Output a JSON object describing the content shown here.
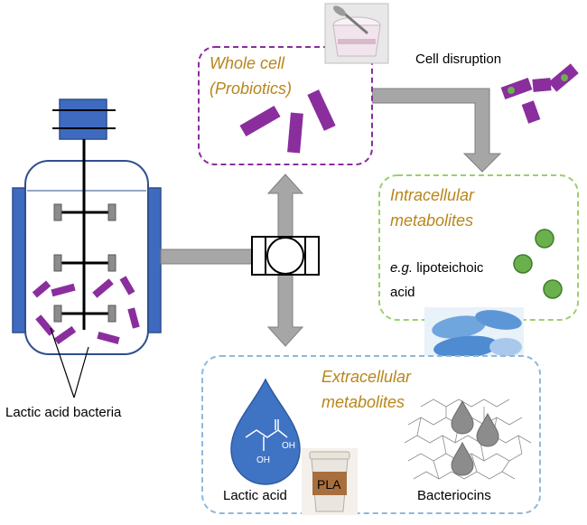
{
  "labels": {
    "whole_cell_line1": "Whole cell",
    "whole_cell_line2": "(Probiotics)",
    "cell_disruption": "Cell disruption",
    "intracellular_line1": "Intracellular",
    "intracellular_line2": "metabolites",
    "eg_prefix": "e.g.",
    "eg_rest": " lipoteichoic",
    "eg_line2": "acid",
    "extracellular_line1": "Extracellular",
    "extracellular_line2": "metabolites",
    "lactic_acid": "Lactic acid",
    "bacteriocins": "Bacteriocins",
    "lactic_acid_bacteria": "Lactic acid bacteria",
    "pla": "PLA",
    "oh_right": "OH",
    "oh_bottom": "OH"
  },
  "colors": {
    "reactor_blue": "#3e6bc0",
    "reactor_dark": "#2f4f8f",
    "bacteria_purple": "#8a2e9e",
    "arrow_gray": "#a6a6a6",
    "arrow_stroke": "#7f7f7f",
    "whole_cell_border": "#8a2e9e",
    "intracellular_border": "#9bcf6f",
    "extracellular_border": "#8fb8dc",
    "green_dot": "#6ab04c",
    "label_gold": "#b8861b",
    "drop_blue": "#3f73c4"
  }
}
